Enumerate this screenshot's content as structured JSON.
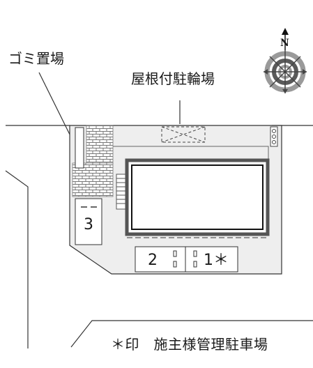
{
  "labels": {
    "garbage_area": "ゴミ置場",
    "covered_bicycle_parking": "屋根付駐輪場",
    "note": "＊印　施主様管理駐車場",
    "compass_north": "N"
  },
  "parking_spaces": [
    {
      "number": "3"
    },
    {
      "number": "2"
    },
    {
      "number": "1＊"
    }
  ],
  "colors": {
    "line": "#333333",
    "site_fill": "#eeeeee",
    "building_border": "#555555",
    "brick": "#777777"
  }
}
